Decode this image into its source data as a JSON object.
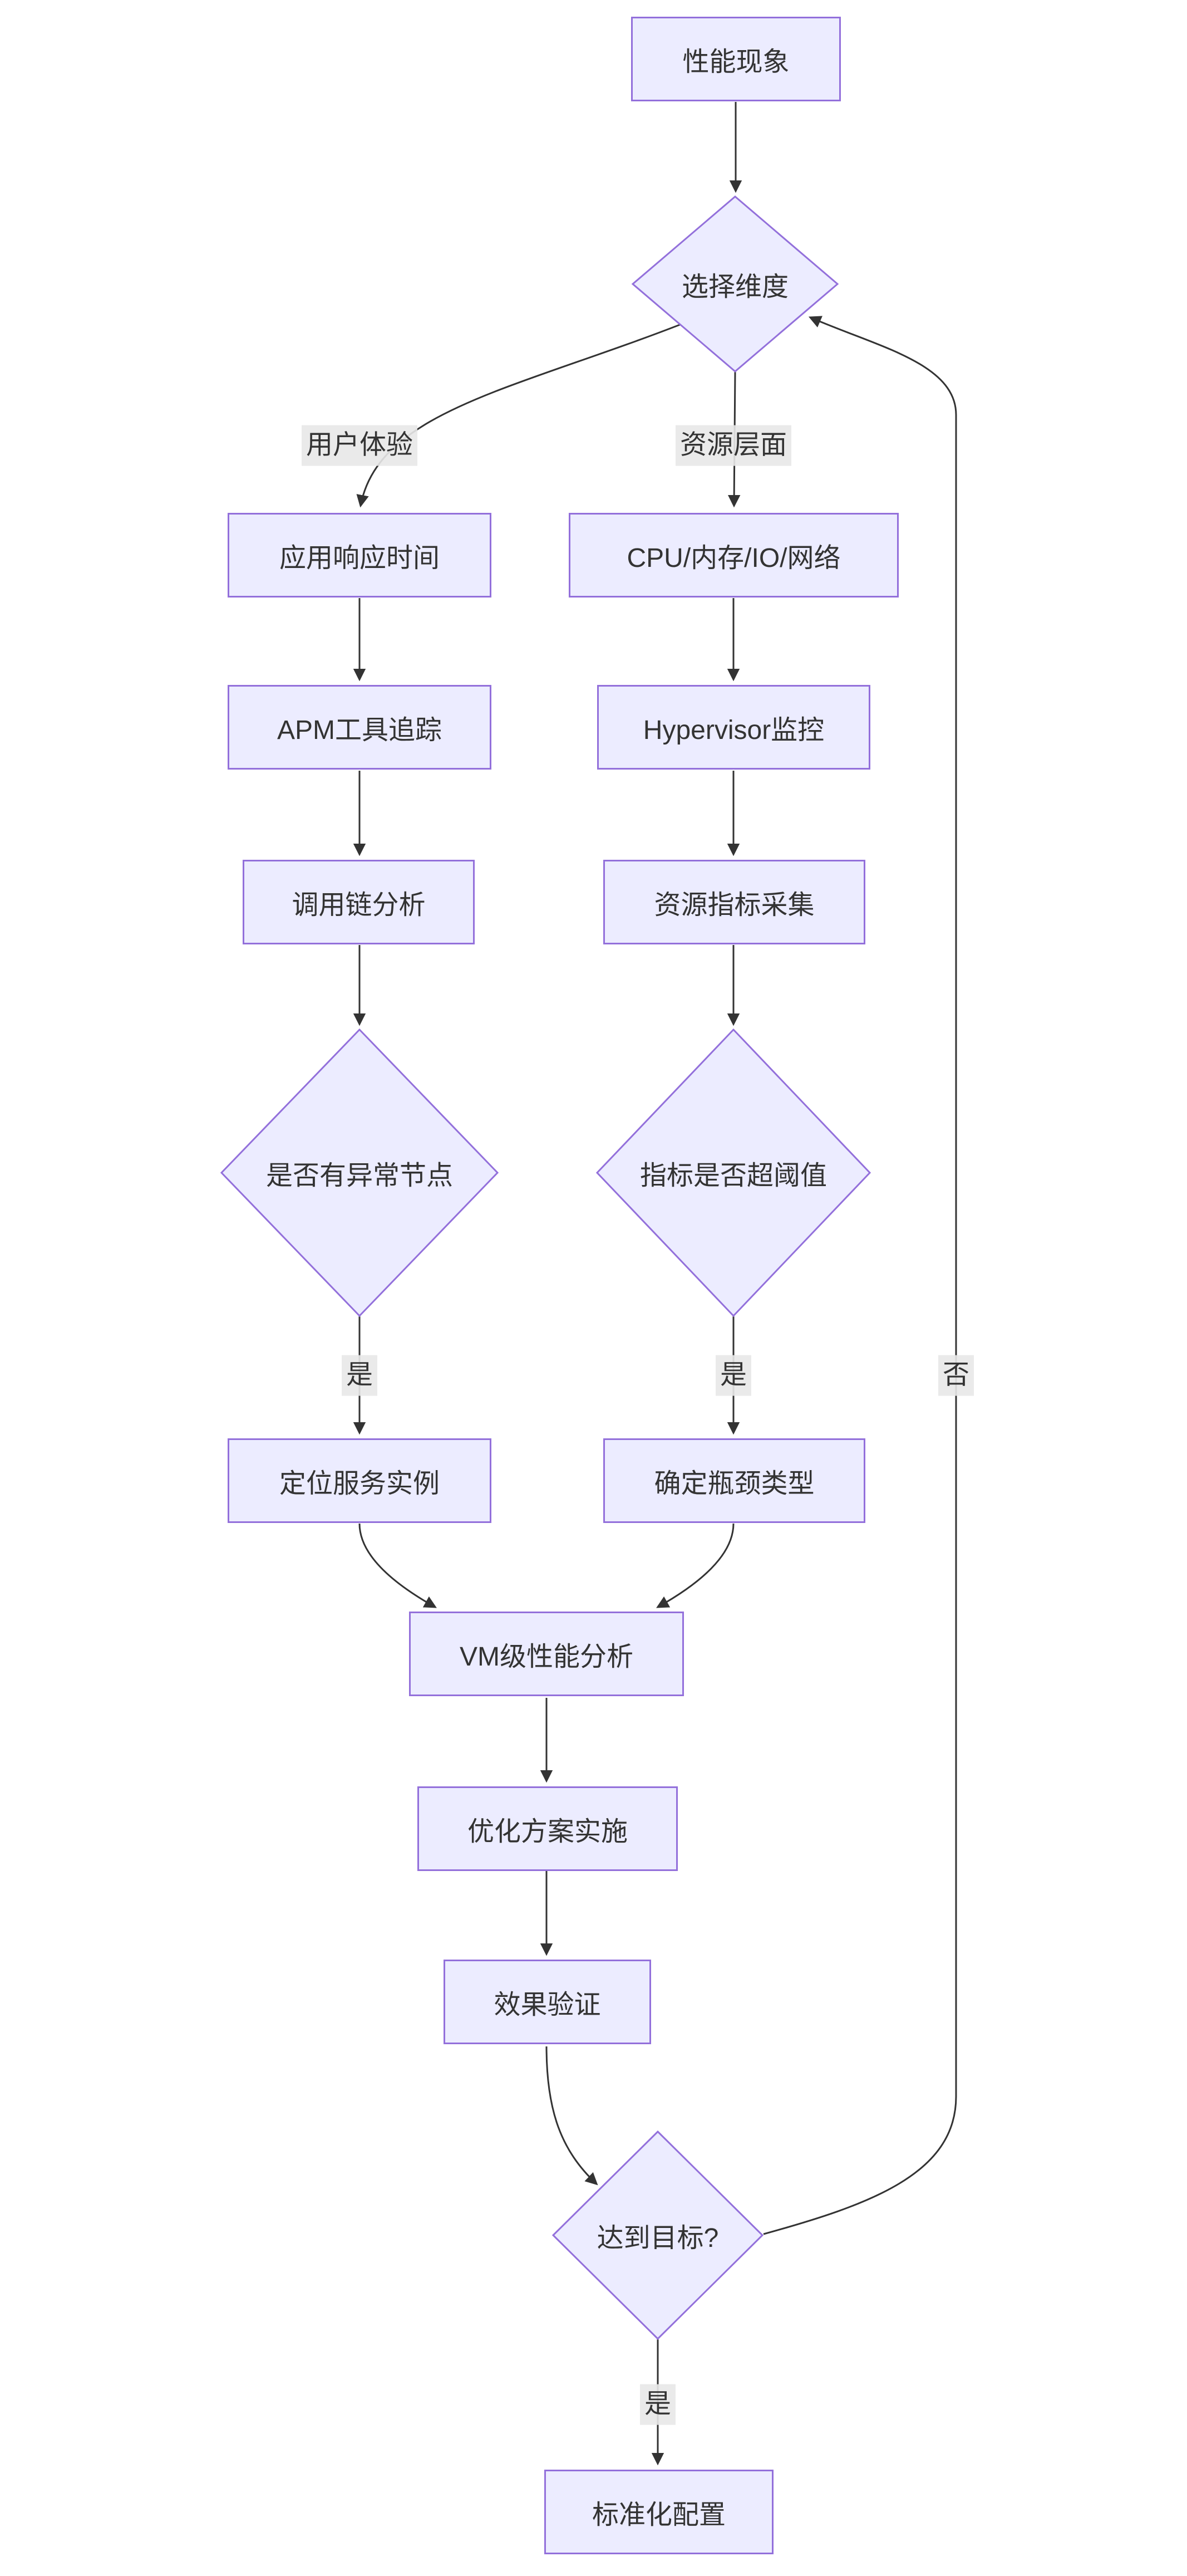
{
  "diagram": {
    "type": "flowchart",
    "direction": "top-down",
    "background": "#ffffff",
    "colors": {
      "node_fill": "#ECECFF",
      "node_border": "#9370DB",
      "edge_line": "#333333",
      "text": "#333333",
      "edge_label_bg": "#e8e8e8"
    },
    "nodes": [
      {
        "id": "performance-phenomenon",
        "shape": "rect",
        "label": "性能现象"
      },
      {
        "id": "choose-dimension",
        "shape": "diamond",
        "label": "选择维度"
      },
      {
        "id": "app-response-time",
        "shape": "rect",
        "label": "应用响应时间"
      },
      {
        "id": "cpu-mem-io-network",
        "shape": "rect",
        "label": "CPU/内存/IO/网络"
      },
      {
        "id": "apm-tool-tracing",
        "shape": "rect",
        "label": "APM工具追踪"
      },
      {
        "id": "hypervisor-monitoring",
        "shape": "rect",
        "label": "Hypervisor监控"
      },
      {
        "id": "call-chain-analysis",
        "shape": "rect",
        "label": "调用链分析"
      },
      {
        "id": "resource-metric-collection",
        "shape": "rect",
        "label": "资源指标采集"
      },
      {
        "id": "abnormal-node-check",
        "shape": "diamond",
        "label": "是否有异常节点"
      },
      {
        "id": "threshold-check",
        "shape": "diamond",
        "label": "指标是否超阈值"
      },
      {
        "id": "locate-service-instance",
        "shape": "rect",
        "label": "定位服务实例"
      },
      {
        "id": "determine-bottleneck-type",
        "shape": "rect",
        "label": "确定瓶颈类型"
      },
      {
        "id": "vm-level-analysis",
        "shape": "rect",
        "label": "VM级性能分析"
      },
      {
        "id": "optimization-implementation",
        "shape": "rect",
        "label": "优化方案实施"
      },
      {
        "id": "effect-verification",
        "shape": "rect",
        "label": "效果验证"
      },
      {
        "id": "goal-reached",
        "shape": "diamond",
        "label": "达到目标?"
      },
      {
        "id": "standardized-configuration",
        "shape": "rect",
        "label": "标准化配置"
      }
    ],
    "edge_labels": [
      {
        "id": "user-experience",
        "text": "用户体验"
      },
      {
        "id": "resource-level",
        "text": "资源层面"
      },
      {
        "id": "yes-left",
        "text": "是"
      },
      {
        "id": "yes-right",
        "text": "是"
      },
      {
        "id": "no",
        "text": "否"
      },
      {
        "id": "yes-bottom",
        "text": "是"
      }
    ],
    "edges": [
      {
        "from": "performance-phenomenon",
        "to": "choose-dimension",
        "label": ""
      },
      {
        "from": "choose-dimension",
        "to": "app-response-time",
        "label": "用户体验"
      },
      {
        "from": "choose-dimension",
        "to": "cpu-mem-io-network",
        "label": "资源层面"
      },
      {
        "from": "app-response-time",
        "to": "apm-tool-tracing",
        "label": ""
      },
      {
        "from": "cpu-mem-io-network",
        "to": "hypervisor-monitoring",
        "label": ""
      },
      {
        "from": "apm-tool-tracing",
        "to": "call-chain-analysis",
        "label": ""
      },
      {
        "from": "hypervisor-monitoring",
        "to": "resource-metric-collection",
        "label": ""
      },
      {
        "from": "call-chain-analysis",
        "to": "abnormal-node-check",
        "label": ""
      },
      {
        "from": "resource-metric-collection",
        "to": "threshold-check",
        "label": ""
      },
      {
        "from": "abnormal-node-check",
        "to": "locate-service-instance",
        "label": "是"
      },
      {
        "from": "threshold-check",
        "to": "determine-bottleneck-type",
        "label": "是"
      },
      {
        "from": "locate-service-instance",
        "to": "vm-level-analysis",
        "label": ""
      },
      {
        "from": "determine-bottleneck-type",
        "to": "vm-level-analysis",
        "label": ""
      },
      {
        "from": "vm-level-analysis",
        "to": "optimization-implementation",
        "label": ""
      },
      {
        "from": "optimization-implementation",
        "to": "effect-verification",
        "label": ""
      },
      {
        "from": "effect-verification",
        "to": "goal-reached",
        "label": ""
      },
      {
        "from": "goal-reached",
        "to": "standardized-configuration",
        "label": "是"
      },
      {
        "from": "goal-reached",
        "to": "choose-dimension",
        "label": "否"
      }
    ]
  }
}
